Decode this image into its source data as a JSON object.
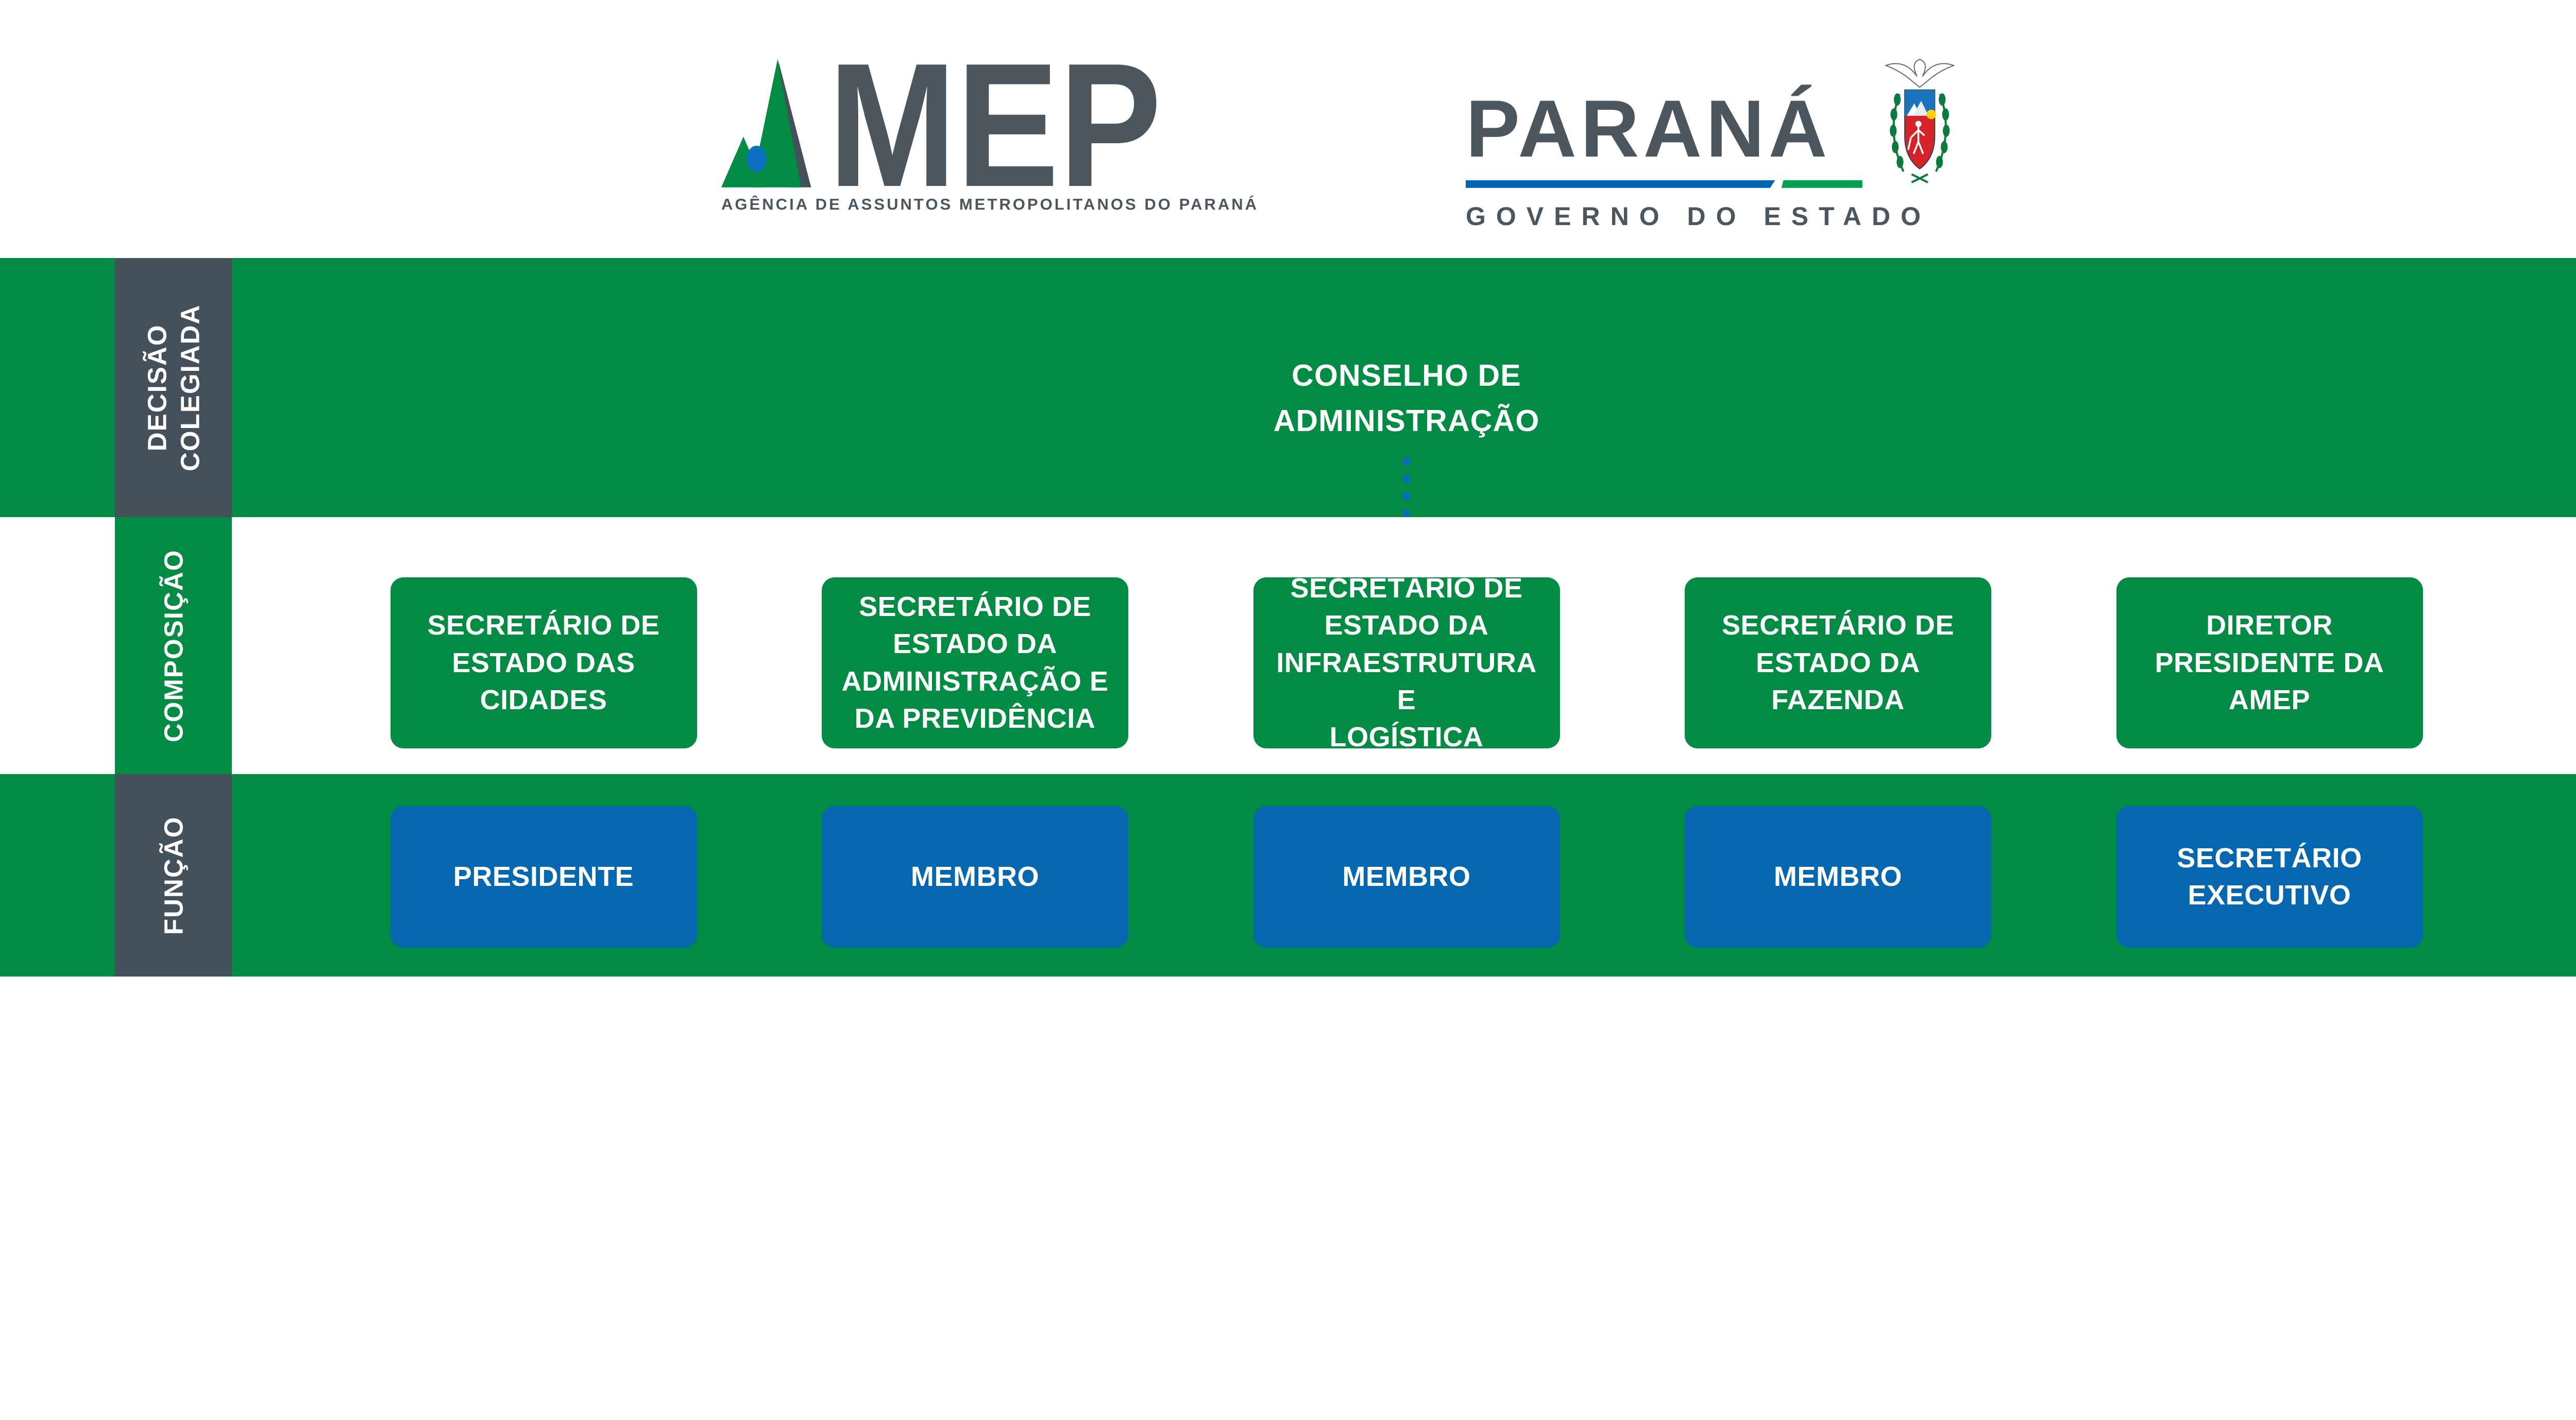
{
  "colors": {
    "band_green": "#028B43",
    "label_slate": "#44505A",
    "function_box_blue": "#0667B1",
    "connector_blue": "#0C6DB7",
    "logo_text_gray": "#4C565E",
    "parana_bar_blue": "#0066B4",
    "parana_bar_green": "#00A14B"
  },
  "header": {
    "amep_logo": {
      "acronym": "MEP",
      "subtitle": "AGÊNCIA DE ASSUNTOS METROPOLITANOS DO PARANÁ"
    },
    "parana_logo": {
      "title": "PARANÁ",
      "subtitle": "GOVERNO DO ESTADO"
    }
  },
  "bands": {
    "decisao": {
      "label_lines": [
        "DECISÃO",
        "COLEGIADA"
      ]
    },
    "composicao": {
      "label": "COMPOSIÇÃO"
    },
    "funcao": {
      "label": "FUNÇÃO"
    }
  },
  "org_chart": {
    "council": {
      "title_lines": [
        "CONSELHO DE",
        "ADMINISTRAÇÃO"
      ]
    },
    "members": [
      {
        "composition_lines": [
          "SECRETÁRIO DE",
          "ESTADO DAS",
          "CIDADES"
        ],
        "function_lines": [
          "PRESIDENTE"
        ]
      },
      {
        "composition_lines": [
          "SECRETÁRIO DE",
          "ESTADO DA",
          "ADMINISTRAÇÃO E",
          "DA PREVIDÊNCIA"
        ],
        "function_lines": [
          "MEMBRO"
        ]
      },
      {
        "composition_lines": [
          "SECRETÁRIO DE",
          "ESTADO DA",
          "INFRAESTRUTURA E",
          "LOGÍSTICA"
        ],
        "function_lines": [
          "MEMBRO"
        ]
      },
      {
        "composition_lines": [
          "SECRETÁRIO DE",
          "ESTADO DA",
          "FAZENDA"
        ],
        "function_lines": [
          "MEMBRO"
        ]
      },
      {
        "composition_lines": [
          "DIRETOR",
          "PRESIDENTE DA",
          "AMEP"
        ],
        "function_lines": [
          "SECRETÁRIO",
          "EXECUTIVO"
        ]
      }
    ]
  }
}
